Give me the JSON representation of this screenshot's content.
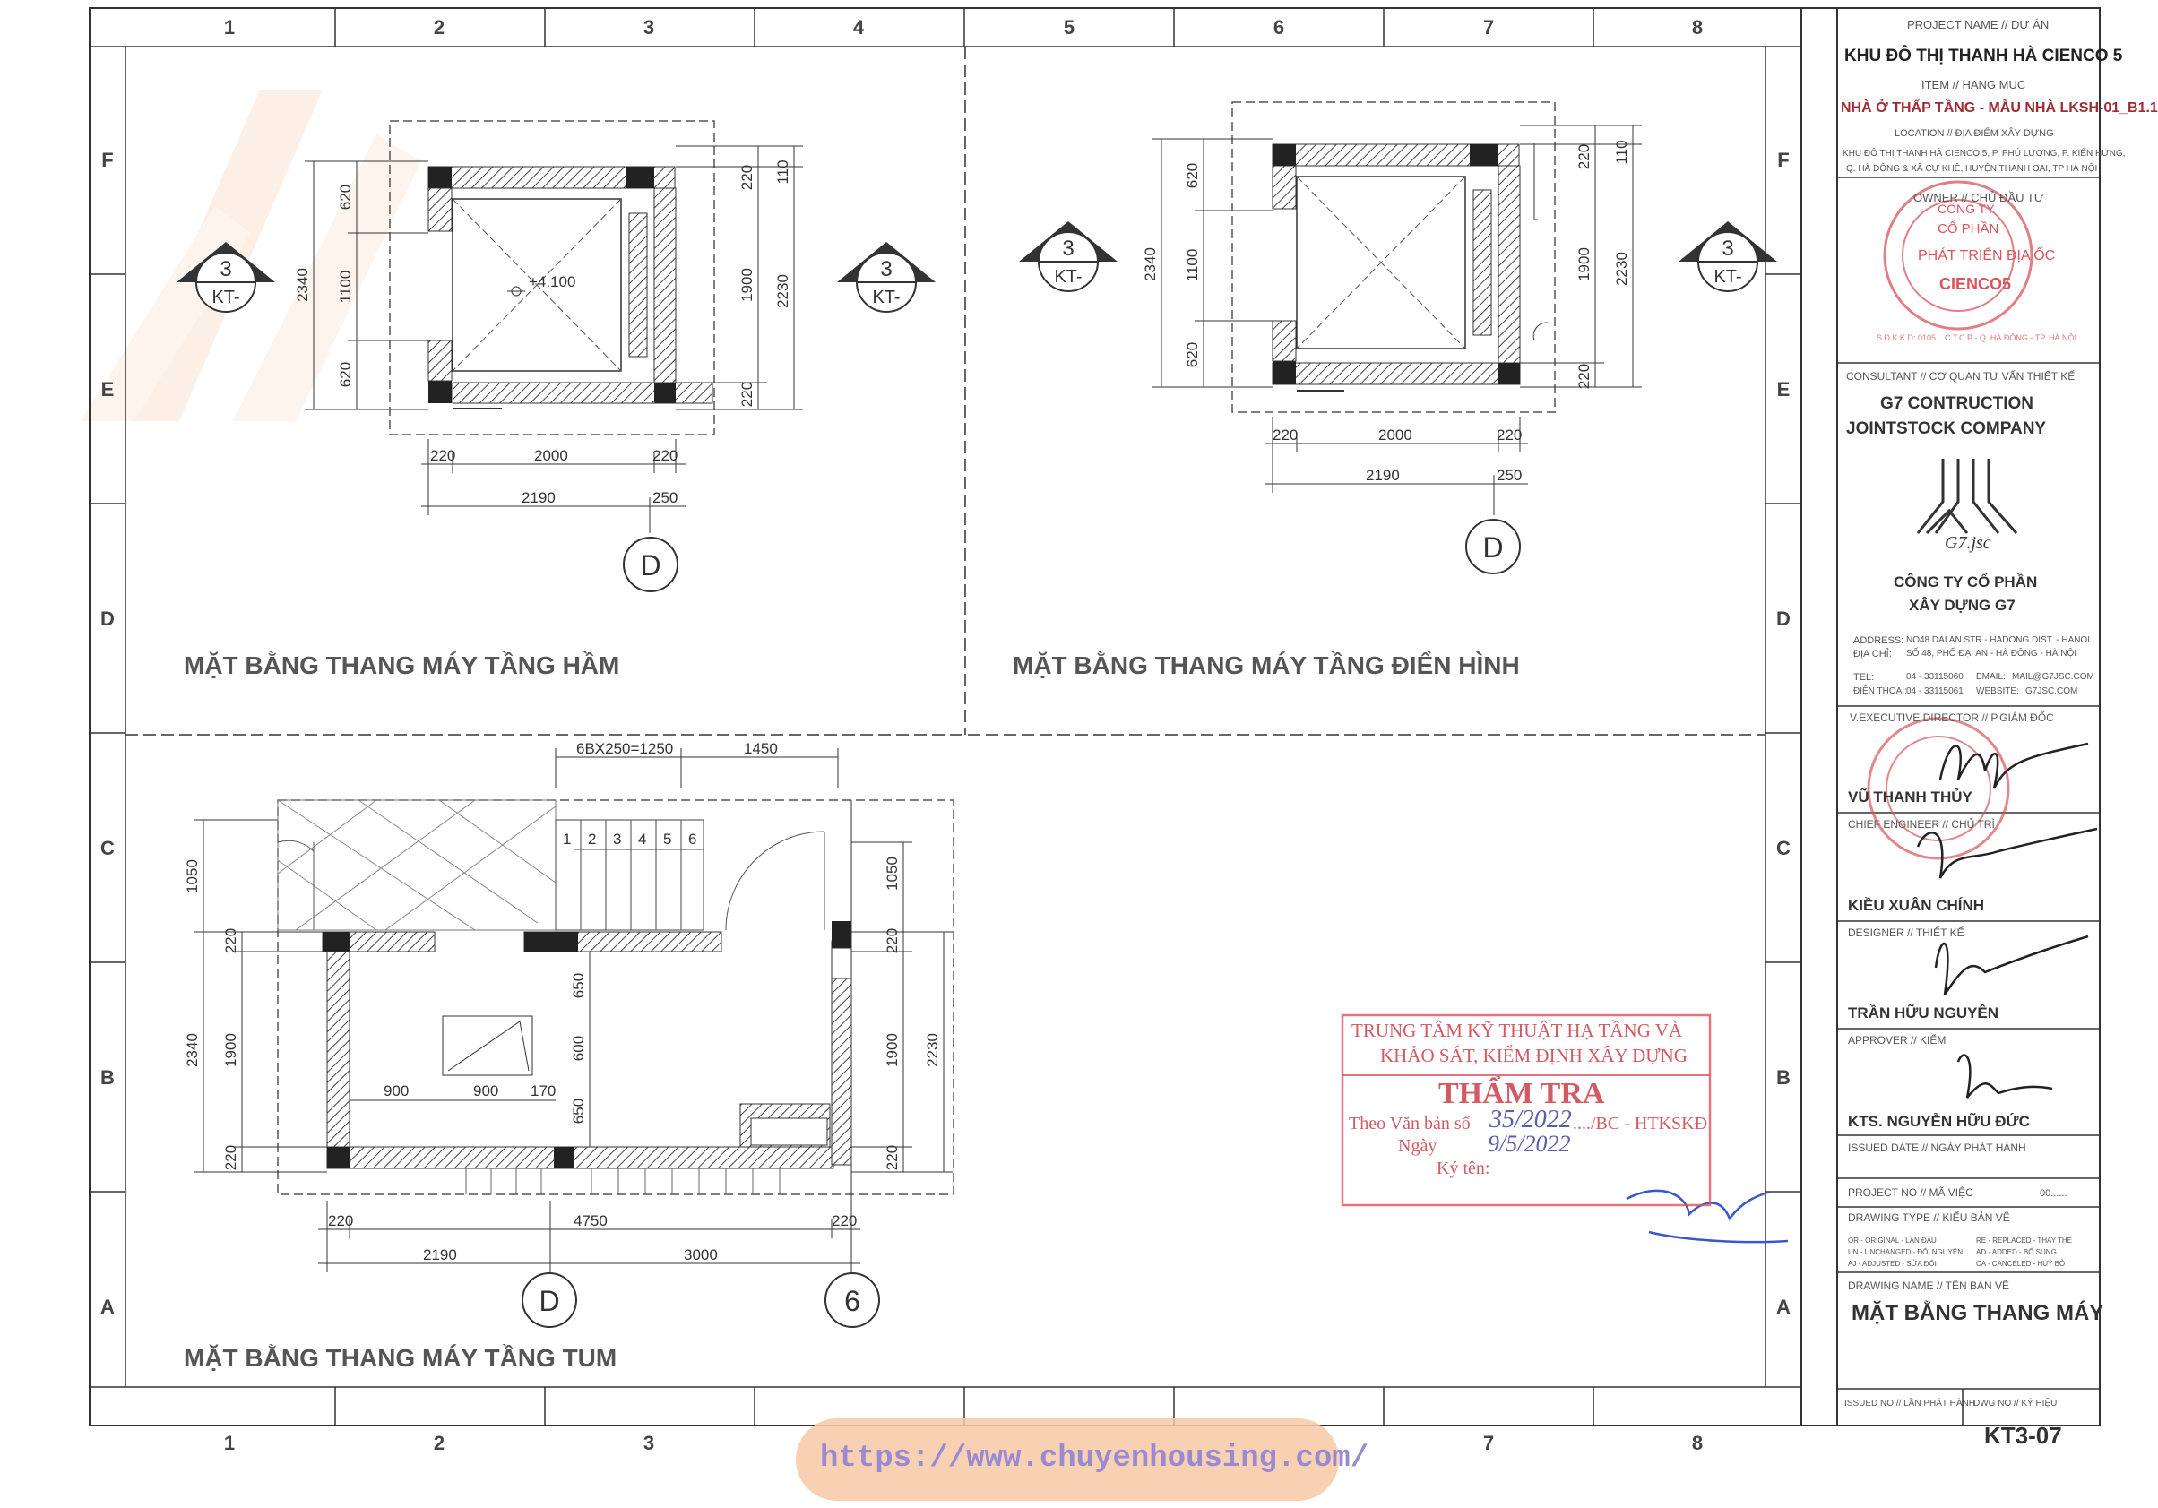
{
  "titleblock": {
    "project_label": "PROJECT NAME // DỰ ÁN",
    "project_name": "KHU ĐÔ THỊ THANH HÀ CIENCO 5",
    "item_label": "ITEM // HẠNG MỤC",
    "item_name": "NHÀ Ở THẤP TẦNG - MẪU NHÀ LKSH-01_B1.1",
    "location_label": "LOCATION // ĐỊA ĐIỂM XÂY DỰNG",
    "location_line1": "KHU ĐÔ THỊ THANH HÀ CIENCO 5, P. PHÚ LƯƠNG, P. KIẾN HƯNG,",
    "location_line2": "Q. HÀ ĐÔNG & XÃ CỰ KHÊ, HUYỆN THANH OAI, TP HÀ NỘI",
    "owner_label": "OWNER // CHỦ ĐẦU TƯ",
    "owner_stamp_line1": "CÔNG TY",
    "owner_stamp_line2": "CỔ PHẦN",
    "owner_stamp_line3": "PHÁT TRIỂN ĐỊA ỐC",
    "owner_stamp_line4": "CIENCO5",
    "owner_stamp_ring": "S.Đ.K.K.D: 0105... C.T.C.P - Q. HÀ ĐÔNG - TP. HÀ NỘI",
    "consultant_label": "CONSULTANT // CƠ QUAN TƯ VẤN THIẾT KẾ",
    "consultant_line1": "G7 CONTRUCTION",
    "consultant_line2": "JOINTSTOCK COMPANY",
    "logo_text": "G7.jsc",
    "company_line1": "CÔNG TY CỔ PHẦN",
    "company_line2": "XÂY DỰNG G7",
    "address_label": "ADDRESS:",
    "address_value": "NO48 DAI AN STR - HADONG DIST. - HANOI",
    "address_vn_label": "ĐỊA CHỈ:",
    "address_vn_value": "SỐ 48, PHỐ ĐẠI AN - HÀ ĐÔNG - HÀ NỘI",
    "tel_label": "TEL:",
    "tel_value": "04 - 33115060",
    "email_label": "EMAIL:",
    "email_value": "MAIL@G7JSC.COM",
    "phone_vn_label": "ĐIỆN THOẠI:",
    "phone_vn_value": "04 - 33115061",
    "website_label": "WEBSITE:",
    "website_value": "G7JSC.COM",
    "exec_label": "V.EXECUTIVE DIRECTOR // P.GIÁM ĐỐC",
    "exec_name": "VŨ THANH THỦY",
    "chief_label": "CHIEF ENGINEER // CHỦ TRÌ",
    "chief_name": "KIỀU XUÂN CHÍNH",
    "designer_label": "DESIGNER // THIẾT KẾ",
    "designer_name": "TRẦN HỮU NGUYÊN",
    "approver_label": "APPROVER // KIỂM",
    "approver_name": "KTS. NGUYỄN HỮU ĐỨC",
    "issued_label": "ISSUED DATE // NGÀY PHÁT HÀNH",
    "projno_label": "PROJECT NO // MÃ VIỆC",
    "projno_value": "00......",
    "dtype_label": "DRAWING TYPE // KIỂU BẢN VẼ",
    "dtype_l1": "OR - ORIGINAL   - LẦN ĐẦU",
    "dtype_l2": "UN - UNCHANGED - ĐỔI NGUYÊN",
    "dtype_l3": "AJ - ADJUSTED   - SỬA ĐỔI",
    "dtype_r1": "RE - REPLACED - THAY THẾ",
    "dtype_r2": "AD - ADDED   - BỔ SUNG",
    "dtype_r3": "CA - CANCELED - HUỶ BỎ",
    "dname_label": "DRAWING NAME // TÊN BẢN VẼ",
    "dname_value": "MẶT BẰNG THANG MÁY",
    "issueno_label": "ISSUED NO // LẦN PHÁT HÀNH",
    "dwgno_label": "DWG NO // KÝ HIỆU",
    "dwgno_value": "KT3-07"
  },
  "drawings": {
    "title_basement": "MẶT BẰNG THANG MÁY TẦNG HẦM",
    "title_typical": "MẶT BẰNG THANG MÁY TẦNG ĐIỂN HÌNH",
    "title_roof": "MẶT BẰNG THANG MÁY TẦNG TUM"
  },
  "grid": {
    "columns": [
      "1",
      "2",
      "3",
      "4",
      "5",
      "6",
      "7",
      "8"
    ],
    "rows": [
      "F",
      "E",
      "D",
      "C",
      "B",
      "A"
    ]
  },
  "section_marker": {
    "number": "3",
    "sheet": "KT-"
  },
  "axis_labels": {
    "d": "D",
    "six": "6"
  },
  "dims": {
    "d2340": "2340",
    "d620": "620",
    "d1100": "1100",
    "d1900": "1900",
    "d2230": "2230",
    "d220": "220",
    "d110": "110",
    "d2000": "2000",
    "d2190": "2190",
    "d250": "250",
    "level": "+4.100",
    "d1050": "1050",
    "d650": "650",
    "d600": "600",
    "d900": "900",
    "d170": "170",
    "d4750": "4750",
    "d3000": "3000",
    "stairs": "6BX250=1250",
    "d1450": "1450"
  },
  "stair_steps": [
    "1",
    "2",
    "3",
    "4",
    "5",
    "6"
  ],
  "inspection_stamp": {
    "line1": "TRUNG TÂM KỸ THUẬT HẠ TẦNG VÀ",
    "line2": "KHẢO SÁT, KIỂM ĐỊNH XÂY DỰNG",
    "title": "THẨM TRA",
    "doc_label": "Theo Văn bản số",
    "doc_no": "35/2022",
    "doc_suffix": "..../BC - HTKSKĐ",
    "date_label": "Ngày",
    "date_value": "9/5/2022",
    "sign_label": "Ký tên:"
  },
  "watermark_url": "https://www.chuyenhousing.com/"
}
